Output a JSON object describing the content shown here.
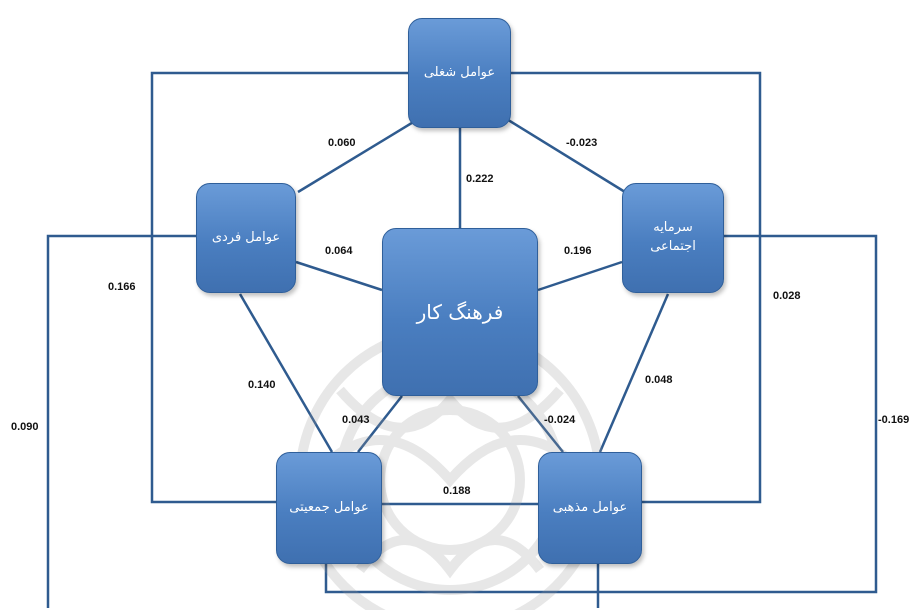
{
  "nodes": {
    "central": "فرهنگ کار",
    "job": "عوامل شغلی",
    "individual": "عوامل فردی",
    "social_capital_line1": "سرمایه",
    "social_capital_line2": "اجتماعی",
    "collective": "عوامل جمعیتی",
    "religious": "عوامل مذهبی"
  },
  "edges": {
    "job_individual": "0.060",
    "job_social": "-0.023",
    "job_central": "0.222",
    "individual_central": "0.064",
    "social_central": "0.196",
    "job_collective": "0.166",
    "social_religious_outer": "0.028",
    "individual_collective": "0.140",
    "social_religious": "0.048",
    "central_collective": "0.043",
    "central_religious": "-0.024",
    "collective_religious": "0.188",
    "individual_outer": "0.090",
    "social_outer": "-0.169"
  },
  "colors": {
    "node_fill": "#4a7ec0",
    "line": "#2f5b8f",
    "watermark": "#9a9a9a"
  }
}
